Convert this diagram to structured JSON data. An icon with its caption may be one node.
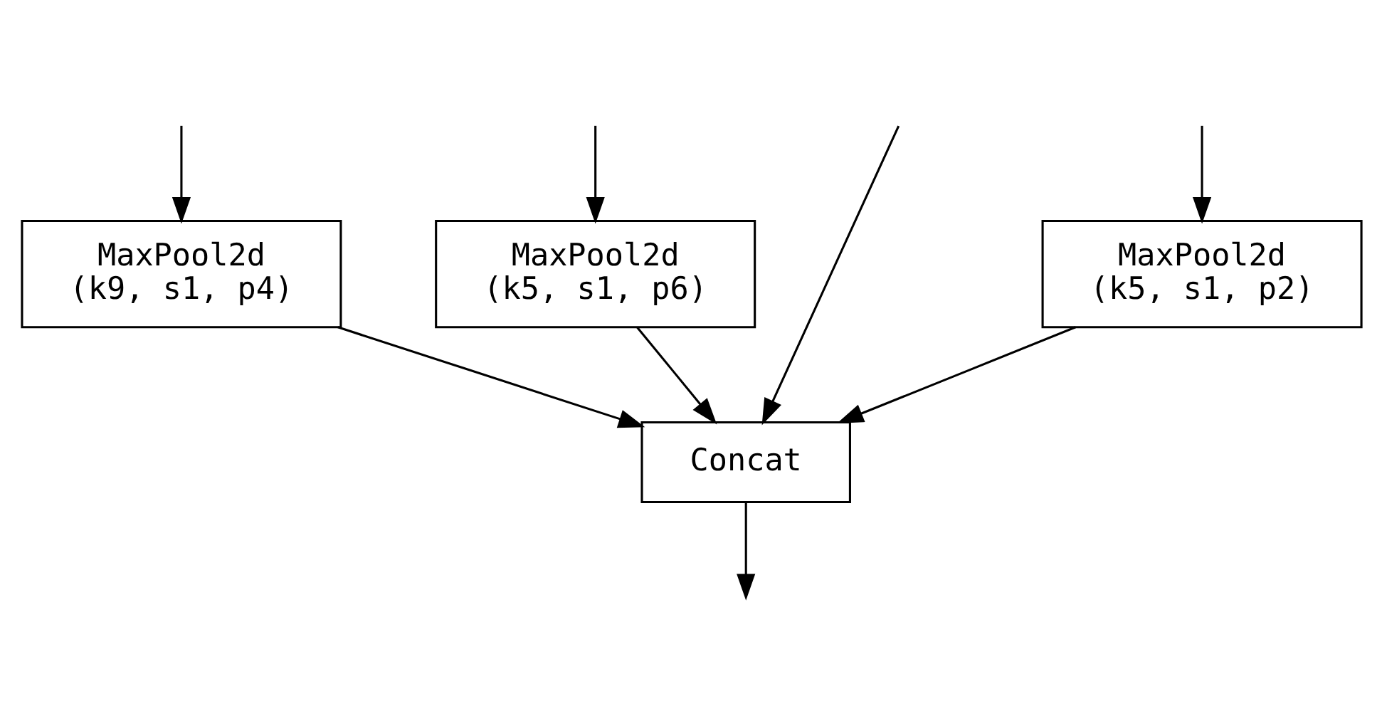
{
  "diagram": {
    "nodes": [
      {
        "text": [
          "MaxPool2d",
          "(k5, s1, p2)"
        ]
      },
      {
        "text": [
          "MaxPool2d",
          "(k9, s1, p4)"
        ]
      },
      {
        "text": [
          "MaxPool2d",
          "(k5, s1, p6)"
        ]
      },
      {
        "text": [
          "Concat"
        ]
      }
    ],
    "edges": [
      {
        "from": null,
        "to": 0,
        "arrow": "to"
      },
      {
        "from": null,
        "to": 1,
        "arrow": "to"
      },
      {
        "from": null,
        "to": 2,
        "arrow": "to"
      },
      {
        "from": null,
        "to": 3,
        "arrow": "to"
      },
      {
        "from": 0,
        "to": 3,
        "arrow": "to"
      },
      {
        "from": 1,
        "to": 3,
        "arrow": "to"
      },
      {
        "from": 2,
        "to": 3,
        "arrow": "to"
      },
      {
        "from": 3,
        "to": null,
        "arrow": "to"
      }
    ]
  }
}
